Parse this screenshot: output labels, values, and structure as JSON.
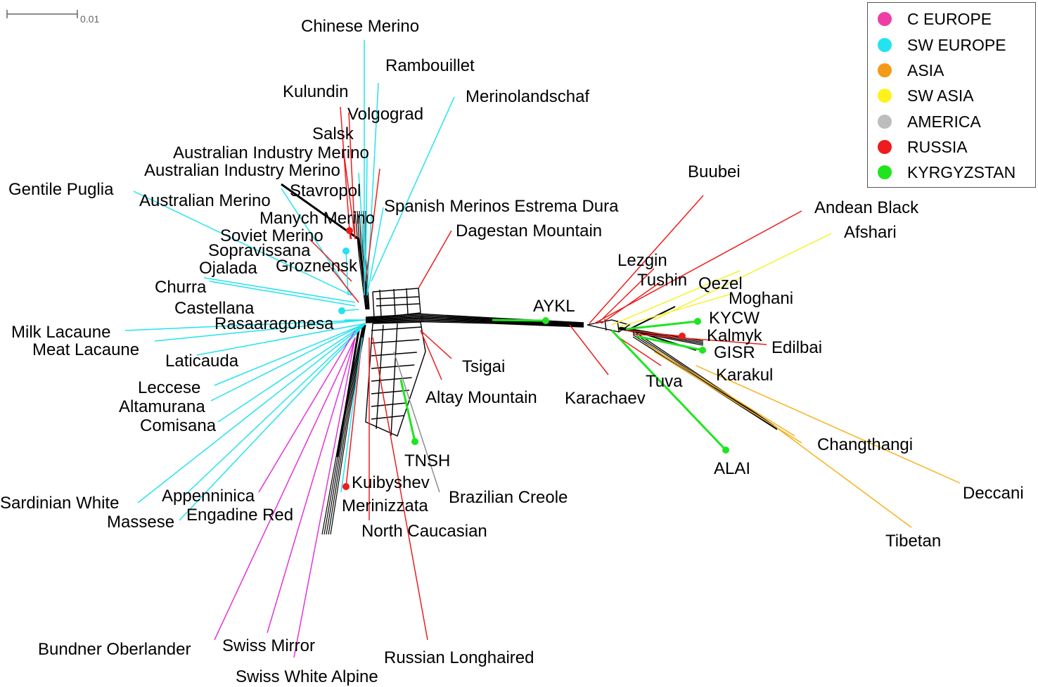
{
  "scale_bar": {
    "label": "0.01"
  },
  "legend": [
    {
      "label": "C EUROPE",
      "color": "#ee3ea6"
    },
    {
      "label": "SW EUROPE",
      "color": "#23e3ef"
    },
    {
      "label": "ASIA",
      "color": "#f39a17"
    },
    {
      "label": "SW ASIA",
      "color": "#fff21c"
    },
    {
      "label": "AMERICA",
      "color": "#bdbdbd"
    },
    {
      "label": "RUSSIA",
      "color": "#ee1c1c"
    },
    {
      "label": "KYRGYZSTAN",
      "color": "#1ee51e"
    }
  ],
  "groups": {
    "c_europe": "#e333d9",
    "sw_europe": "#23e3ef",
    "asia": "#f6b21a",
    "sw_asia": "#f5f22a",
    "america": "#8e8e8e",
    "russia": "#ee1c1c",
    "kyrgyzstan": "#1ee51e"
  },
  "taxa": [
    {
      "label": "Chinese Merino",
      "group": "sw_europe"
    },
    {
      "label": "Rambouillet",
      "group": "sw_europe"
    },
    {
      "label": "Kulundin",
      "group": "russia"
    },
    {
      "label": "Merinolandschaf",
      "group": "sw_europe"
    },
    {
      "label": "Volgograd",
      "group": "russia"
    },
    {
      "label": "Salsk",
      "group": "russia"
    },
    {
      "label": "Australian Industry Merino",
      "group": "sw_europe"
    },
    {
      "label": "Australian Industry Merino",
      "group": "sw_europe"
    },
    {
      "label": "Gentile Puglia",
      "group": "sw_europe"
    },
    {
      "label": "Stavropol",
      "group": "russia"
    },
    {
      "label": "Australian Merino",
      "group": "sw_europe"
    },
    {
      "label": "Spanish Merinos Estrema Dura",
      "group": "sw_europe"
    },
    {
      "label": "Manych Merino",
      "group": "russia"
    },
    {
      "label": "Dagestan Mountain",
      "group": "russia"
    },
    {
      "label": "Soviet Merino",
      "group": "russia"
    },
    {
      "label": "Sopravissana",
      "group": "sw_europe"
    },
    {
      "label": "Groznensk",
      "group": "russia"
    },
    {
      "label": "Ojalada",
      "group": "sw_europe"
    },
    {
      "label": "Churra",
      "group": "sw_europe"
    },
    {
      "label": "Castellana",
      "group": "sw_europe"
    },
    {
      "label": "Rasaaragonesa",
      "group": "sw_europe"
    },
    {
      "label": "Milk Lacaune",
      "group": "sw_europe"
    },
    {
      "label": "Meat Lacaune",
      "group": "sw_europe"
    },
    {
      "label": "Laticauda",
      "group": "sw_europe"
    },
    {
      "label": "Leccese",
      "group": "sw_europe"
    },
    {
      "label": "Altamurana",
      "group": "sw_europe"
    },
    {
      "label": "Comisana",
      "group": "sw_europe"
    },
    {
      "label": "Sardinian White",
      "group": "sw_europe"
    },
    {
      "label": "Appenninica",
      "group": "sw_europe"
    },
    {
      "label": "Massese",
      "group": "sw_europe"
    },
    {
      "label": "Engadine Red",
      "group": "c_europe"
    },
    {
      "label": "Bundner Oberlander",
      "group": "c_europe"
    },
    {
      "label": "Swiss Mirror",
      "group": "c_europe"
    },
    {
      "label": "Swiss White Alpine",
      "group": "c_europe"
    },
    {
      "label": "Kuibyshev",
      "group": "russia"
    },
    {
      "label": "Merinizzata",
      "group": "sw_europe"
    },
    {
      "label": "North Caucasian",
      "group": "russia"
    },
    {
      "label": "Russian Longhaired",
      "group": "russia"
    },
    {
      "label": "TNSH",
      "group": "kyrgyzstan"
    },
    {
      "label": "Brazilian Creole",
      "group": "america"
    },
    {
      "label": "Tsigai",
      "group": "russia"
    },
    {
      "label": "Altay Mountain",
      "group": "russia"
    },
    {
      "label": "AYKL",
      "group": "kyrgyzstan"
    },
    {
      "label": "Buubei",
      "group": "russia"
    },
    {
      "label": "Andean Black",
      "group": "russia"
    },
    {
      "label": "Afshari",
      "group": "sw_asia"
    },
    {
      "label": "Lezgin",
      "group": "russia"
    },
    {
      "label": "Tushin",
      "group": "russia"
    },
    {
      "label": "Qezel",
      "group": "sw_asia"
    },
    {
      "label": "Moghani",
      "group": "sw_asia"
    },
    {
      "label": "KYCW",
      "group": "kyrgyzstan"
    },
    {
      "label": "Kalmyk",
      "group": "russia"
    },
    {
      "label": "Edilbai",
      "group": "russia"
    },
    {
      "label": "GISR",
      "group": "kyrgyzstan"
    },
    {
      "label": "Karakul",
      "group": "asia"
    },
    {
      "label": "Tuva",
      "group": "russia"
    },
    {
      "label": "Karachaev",
      "group": "russia"
    },
    {
      "label": "Changthangi",
      "group": "asia"
    },
    {
      "label": "ALAI",
      "group": "kyrgyzstan"
    },
    {
      "label": "Deccani",
      "group": "asia"
    },
    {
      "label": "Tibetan",
      "group": "asia"
    }
  ]
}
